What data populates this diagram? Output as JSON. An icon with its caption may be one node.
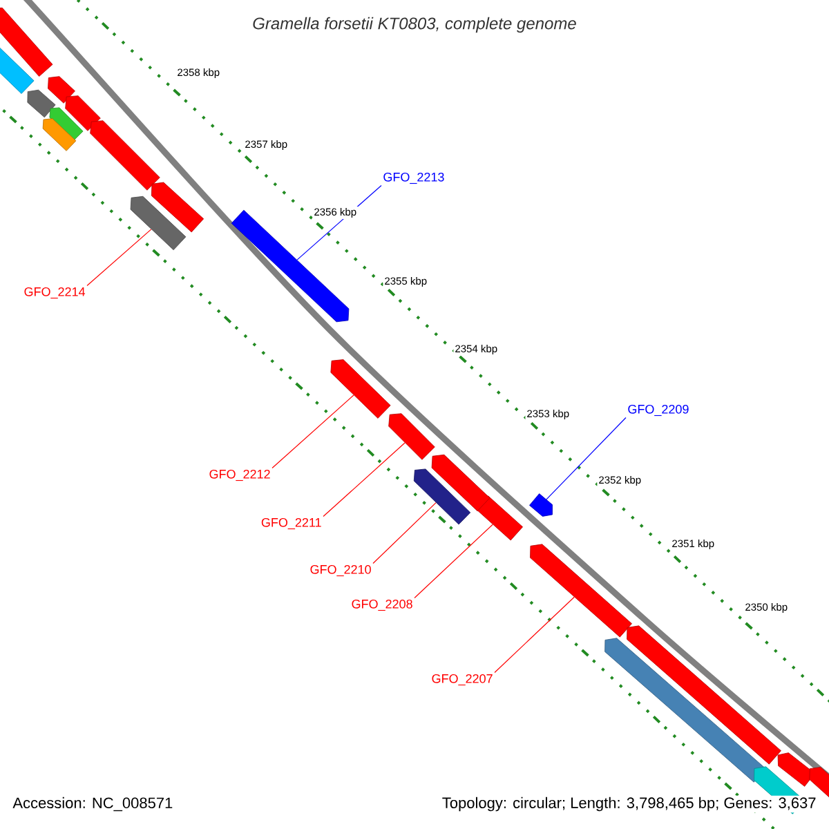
{
  "diagram": {
    "title": "Gramella forsetii KT0803, complete genome",
    "nodes": [
      {
        "text": [
          "GFO_2213"
        ]
      },
      {
        "text": [],
        "shape": "bar"
      },
      {
        "text": [
          "GFO_2214"
        ]
      },
      {
        "text": [],
        "shape": "bar"
      },
      {
        "text": [
          "GFO_2209"
        ]
      },
      {
        "text": [],
        "shape": "bar"
      },
      {
        "text": [
          "GFO_2212"
        ]
      },
      {
        "text": [],
        "shape": "bar"
      },
      {
        "text": [
          "GFO_2211"
        ]
      },
      {
        "text": [],
        "shape": "bar"
      },
      {
        "text": [
          "GFO_2210"
        ]
      },
      {
        "text": [],
        "shape": "bar"
      },
      {
        "text": [
          "GFO_2208"
        ]
      },
      {
        "text": [],
        "shape": "bar"
      },
      {
        "text": [
          "GFO_2207"
        ]
      },
      {
        "text": [],
        "shape": "bar"
      },
      {
        "text": [],
        "shape": "bar"
      },
      {
        "text": [],
        "shape": "bar"
      },
      {
        "text": [],
        "shape": "bar"
      },
      {
        "text": [],
        "shape": "bar"
      },
      {
        "text": [],
        "shape": "bar"
      },
      {
        "text": [],
        "shape": "bar"
      },
      {
        "text": [],
        "shape": "bar"
      },
      {
        "text": [],
        "shape": "bar"
      },
      {
        "text": [],
        "shape": "bar"
      },
      {
        "text": [],
        "shape": "bar"
      },
      {
        "text": [],
        "shape": "bar"
      },
      {
        "text": [],
        "shape": "bar"
      },
      {
        "text": [],
        "shape": "bar"
      },
      {
        "text": [],
        "shape": "bar"
      },
      {
        "text": [],
        "shape": "bar"
      }
    ],
    "edges": [
      {
        "from": 0,
        "to": 1,
        "arrow": "none",
        "color": "#0000ff"
      },
      {
        "from": 2,
        "to": 3,
        "arrow": "none"
      },
      {
        "from": 4,
        "to": 5,
        "arrow": "none",
        "color": "#0000ff"
      },
      {
        "from": 6,
        "to": 7,
        "arrow": "none"
      },
      {
        "from": 8,
        "to": 9,
        "arrow": "none"
      },
      {
        "from": 10,
        "to": 11,
        "arrow": "none"
      },
      {
        "from": 12,
        "to": 13,
        "arrow": "none"
      },
      {
        "from": 14,
        "to": 15,
        "arrow": "none"
      }
    ],
    "labels": [
      "2358 kbp",
      "2357 kbp",
      "2356 kbp",
      "2355 kbp",
      "2354 kbp",
      "2353 kbp",
      "2352 kbp",
      "2351 kbp",
      "2350 kbp",
      "Accession: NC_008571",
      "Topology: circular; Length: 3,798,465 bp; Genes: 3,637"
    ]
  }
}
